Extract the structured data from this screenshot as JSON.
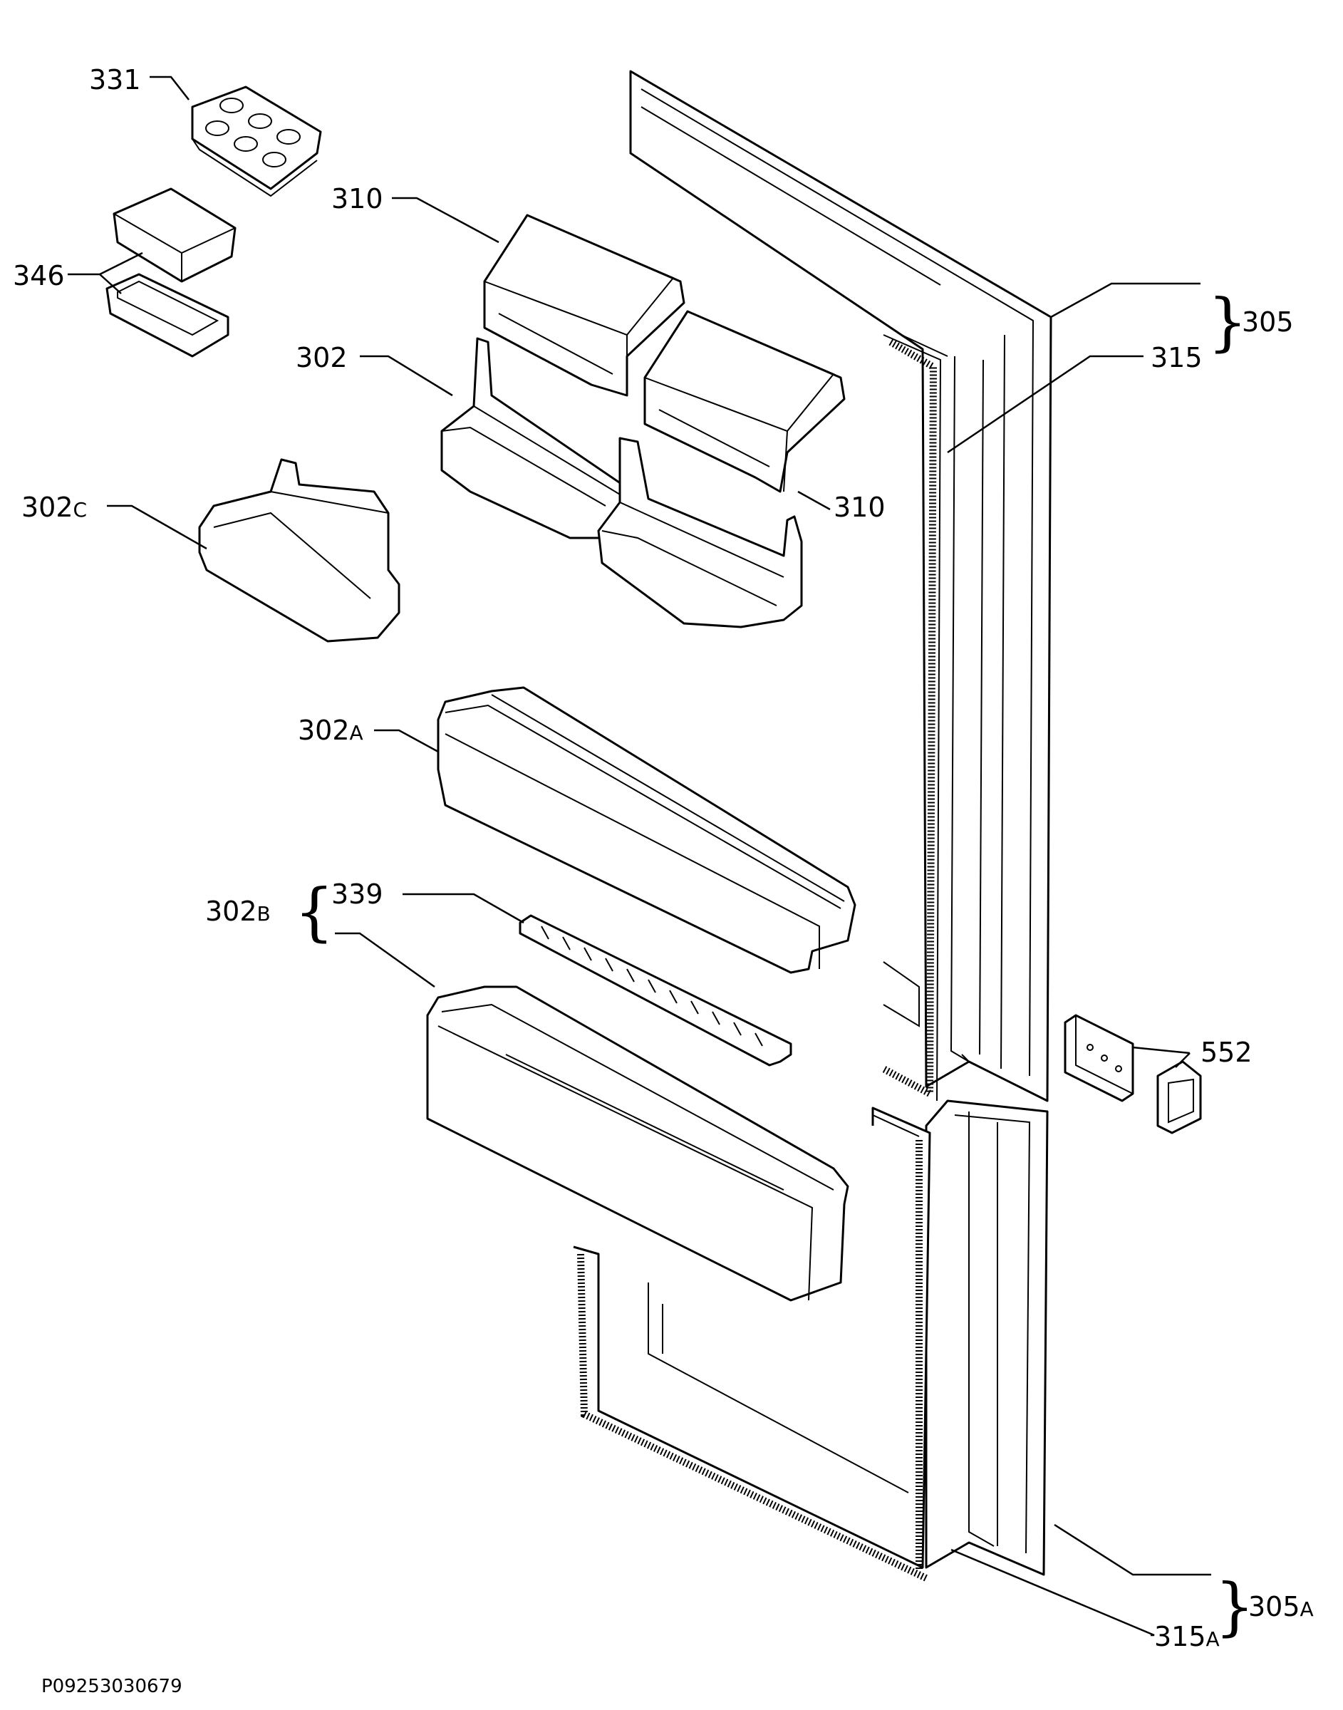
{
  "labels": {
    "p331": "331",
    "p346": "346",
    "p310a": "310",
    "p310b": "310",
    "p302": "302",
    "p302c_num": "302",
    "p302c_suf": "C",
    "p302a_num": "302",
    "p302a_suf": "A",
    "p302b_num": "302",
    "p302b_suf": "B",
    "p339": "339",
    "p305": "305",
    "p315": "315",
    "p552": "552",
    "p305a_num": "305",
    "p305a_suf": "A",
    "p315a_num": "315",
    "p315a_suf": "A"
  },
  "reference": "P09253030679"
}
